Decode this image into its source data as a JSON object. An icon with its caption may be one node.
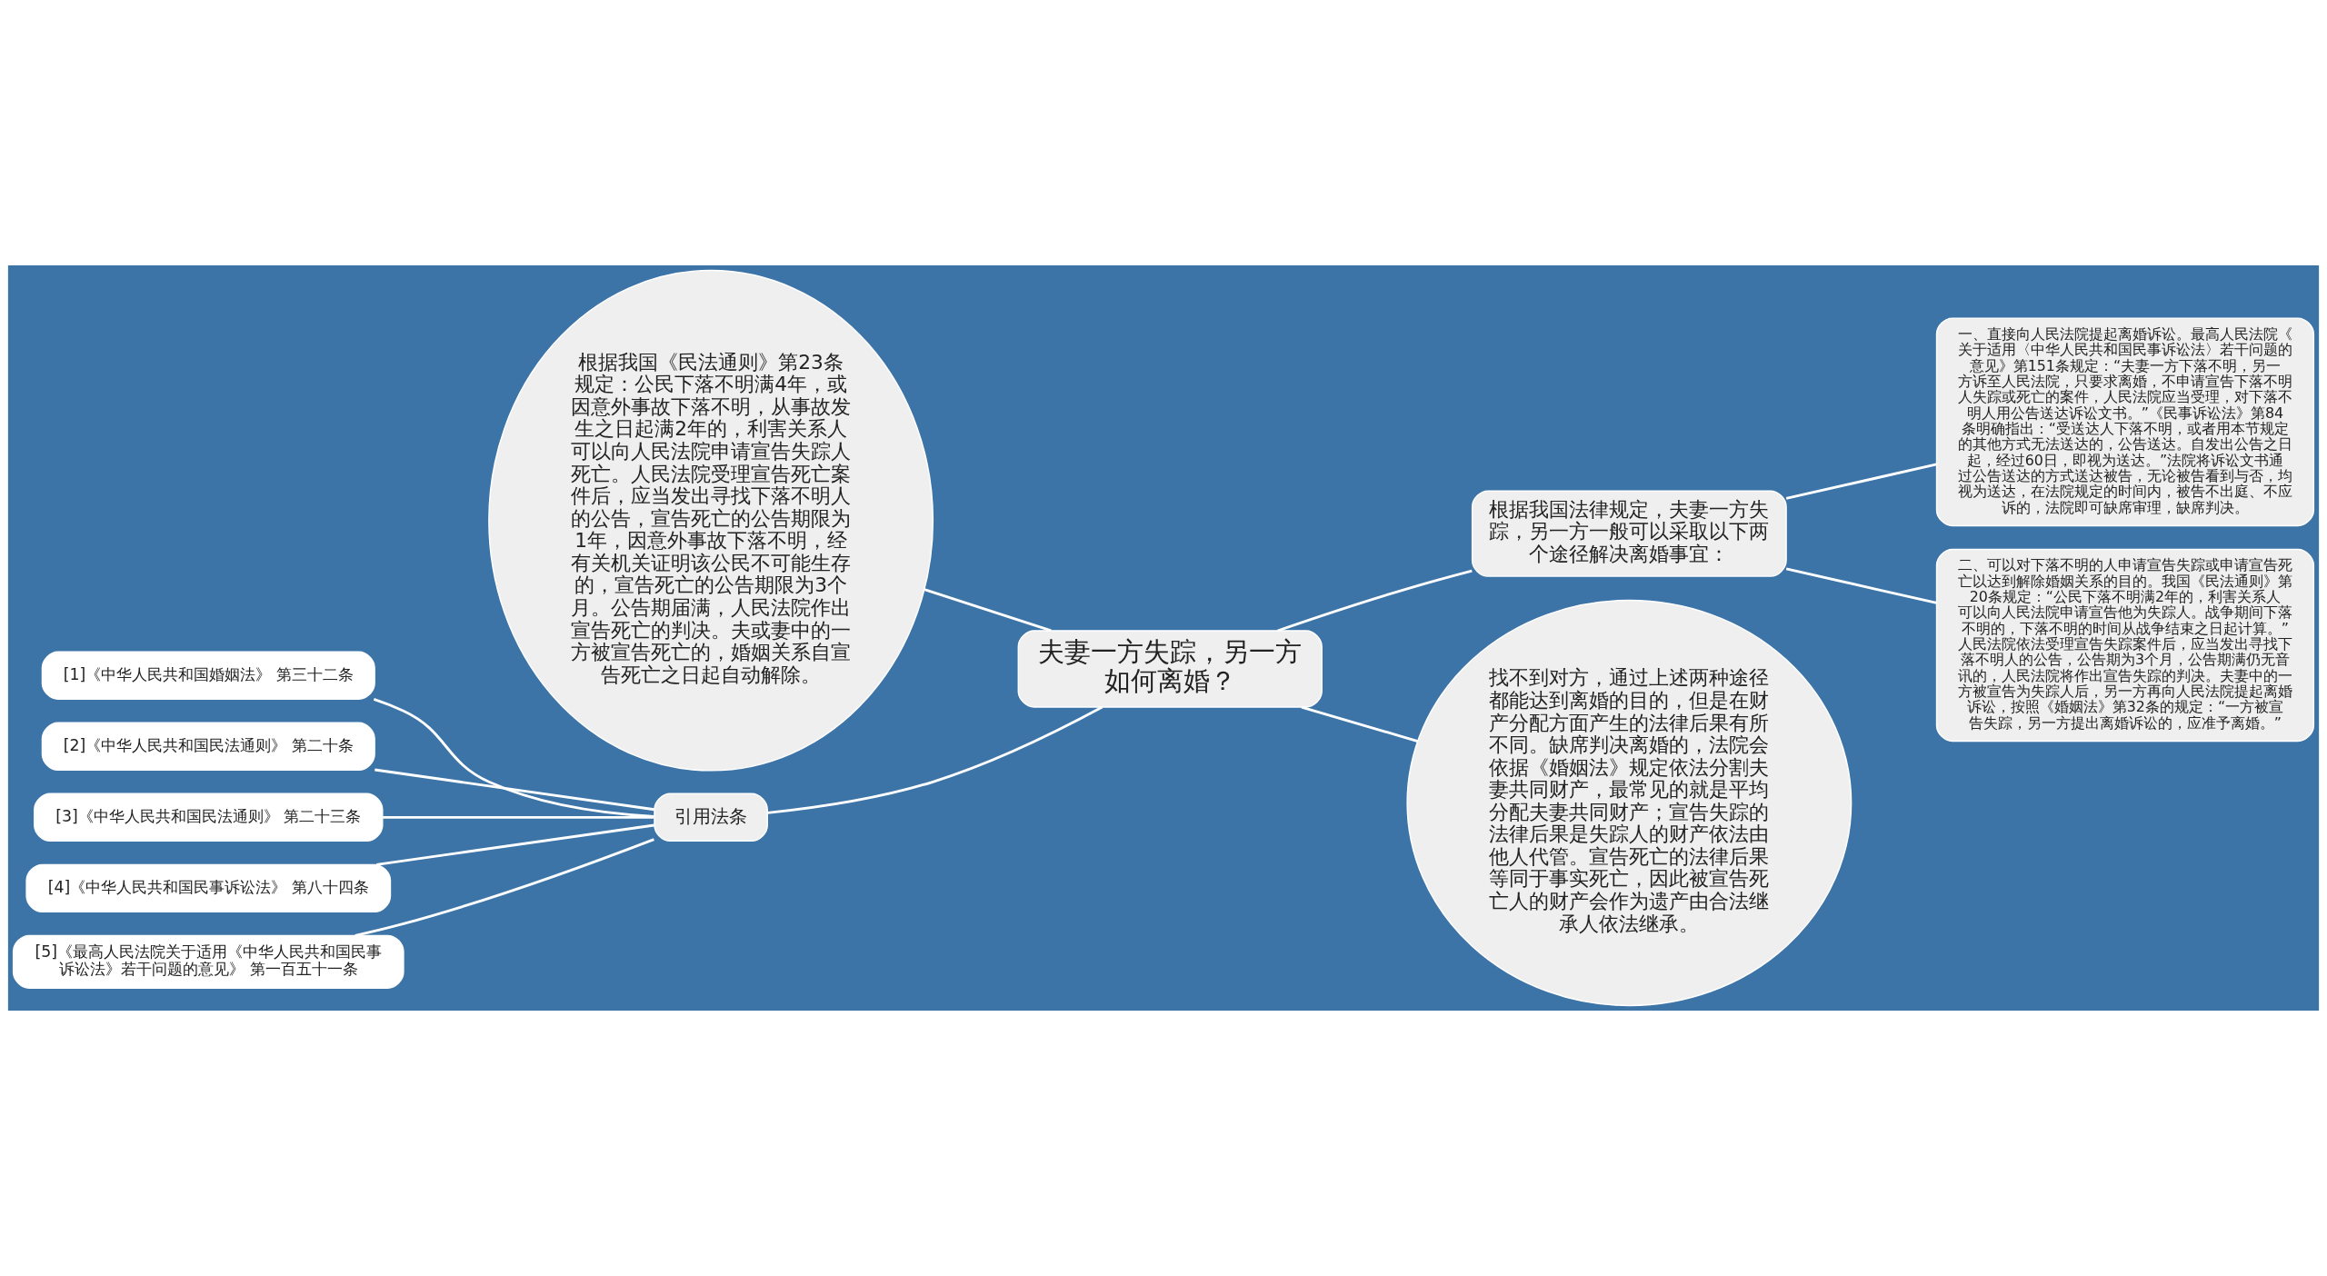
{
  "diagram": {
    "nodes": [
      {
        "text": [
          "夫妻一方失踪，另一方如何离婚？"
        ]
      },
      {
        "text": [
          "根据我国《民法通则》第23条规定：公民下落不明满4年，或因意外事故下落不明，从事故发生之日起满2年的，利害关系人可以向人民法院申请宣告失踪人死亡。人民法院受理宣告死亡案件后，应当发出寻找下落不明人的公告，宣告死亡的公告期限为1年，因意外事故下落不明，经有关机关证明该公民不可能生存的，宣告死亡的公告期限为3个月。公告期届满，人民法院作出宣告死亡的判决。夫或妻中的一方被宣告死亡的，婚姻关系自宣告死亡之日起自动解除。"
        ]
      },
      {
        "text": [
          "根据我国法律规定，夫妻一方失踪，另一方一般可以采取以下两个途径解决离婚事宜："
        ]
      },
      {
        "text": [
          "一、直接向人民法院提起离婚诉讼。最高人民法院《关于适用〈中华人民共和国民事诉讼法〉若干问题的意见》第151条规定：“夫妻一方下落不明，另一方诉至人民法院，只要求离婚，不申请宣告下落不明人失踪或死亡的案件，人民法院应当受理，对下落不明人用公告送达诉讼文书。”《民事诉讼法》第84条明确指出：“受送达人下落不明，或者用本节规定的其他方式无法送达的，公告送达。自发出公告之日起，经过60日，即视为送达。”法院将诉讼文书通过公告送达的方式送达被告，无论被告看到与否，均视为送达，在法院规定的时间内，被告不出庭、不应诉的，法院即可缺席审理，缺席判决。"
        ]
      },
      {
        "text": [
          "二、可以对下落不明的人申请宣告失踪或申请宣告死亡以达到解除婚姻关系的目的。我国《民法通则》第20条规定：“公民下落不明满2年的，利害关系人可以向人民法院申请宣告他为失踪人。战争期间下落不明的，下落不明的时间从战争结束之日起计算。”人民法院依法受理宣告失踪案件后，应当发出寻找下落不明人的公告，公告期为3个月，公告期满仍无音讯的，人民法院将作出宣告失踪的判决。夫妻中的一方被宣告为失踪人后，另一方再向人民法院提起离婚诉讼，按照《婚姻法》第32条的规定：“一方被宣告失踪，另一方提出离婚诉讼的，应准予离婚。”"
        ]
      },
      {
        "text": [
          "找不到对方，通过上述两种途径都能达到离婚的目的，但是在财产分配方面产生的法律后果有所不同。缺席判决离婚的，法院会依据《婚姻法》规定依法分割夫妻共同财产，最常见的就是平均分配夫妻共同财产；宣告失踪的法律后果是失踪人的财产依法由他人代管。宣告死亡的法律后果等同于事实死亡，因此被宣告死亡人的财产会作为遗产由合法继承人依法继承。"
        ]
      },
      {
        "text": [
          "引用法条"
        ]
      },
      {
        "text": [
          "[1]《中华人民共和国婚姻法》 第三十二条"
        ]
      },
      {
        "text": [
          "[2]《中华人民共和国民法通则》 第二十条"
        ]
      },
      {
        "text": [
          "[3]《中华人民共和国民法通则》 第二十三条"
        ]
      },
      {
        "text": [
          "[4]《中华人民共和国民事诉讼法》 第八十四条"
        ]
      },
      {
        "text": [
          "[5]《最高人民法院关于适用《中华人民共和国民事诉讼法》若干问题的意见》 第一百五十一条"
        ]
      }
    ],
    "edges": [
      {
        "from": 0,
        "to": 1,
        "arrow": "none"
      },
      {
        "from": 0,
        "to": 2,
        "arrow": "none"
      },
      {
        "from": 2,
        "to": 3,
        "arrow": "none"
      },
      {
        "from": 2,
        "to": 4,
        "arrow": "none"
      },
      {
        "from": 0,
        "to": 5,
        "arrow": "none"
      },
      {
        "from": 0,
        "to": 6,
        "arrow": "none"
      },
      {
        "from": 6,
        "to": 7,
        "arrow": "none"
      },
      {
        "from": 6,
        "to": 8,
        "arrow": "none"
      },
      {
        "from": 6,
        "to": 9,
        "arrow": "none"
      },
      {
        "from": 6,
        "to": 10,
        "arrow": "none"
      },
      {
        "from": 6,
        "to": 11,
        "arrow": "none"
      }
    ]
  }
}
